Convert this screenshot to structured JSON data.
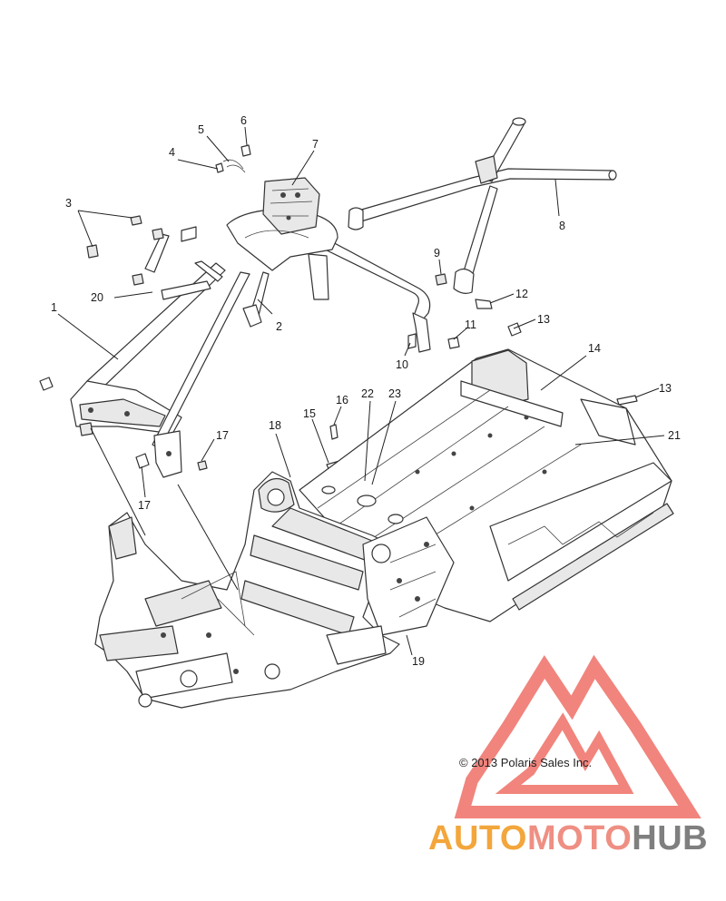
{
  "diagram": {
    "callouts": [
      "1",
      "2",
      "3",
      "4",
      "5",
      "6",
      "7",
      "8",
      "9",
      "10",
      "11",
      "12",
      "13",
      "13",
      "14",
      "15",
      "16",
      "17",
      "17",
      "18",
      "19",
      "20",
      "21",
      "22",
      "23"
    ],
    "copyright": "© 2013 Polaris Sales Inc."
  },
  "watermark": {
    "word_part1": "AUTO",
    "word_part2": "MOTO",
    "word_part3": "HUB",
    "colors": {
      "orange": "#f3a63b",
      "salmon": "#ef8f83",
      "gray": "#7f7f7f",
      "triangle": "#ef6f66"
    }
  }
}
